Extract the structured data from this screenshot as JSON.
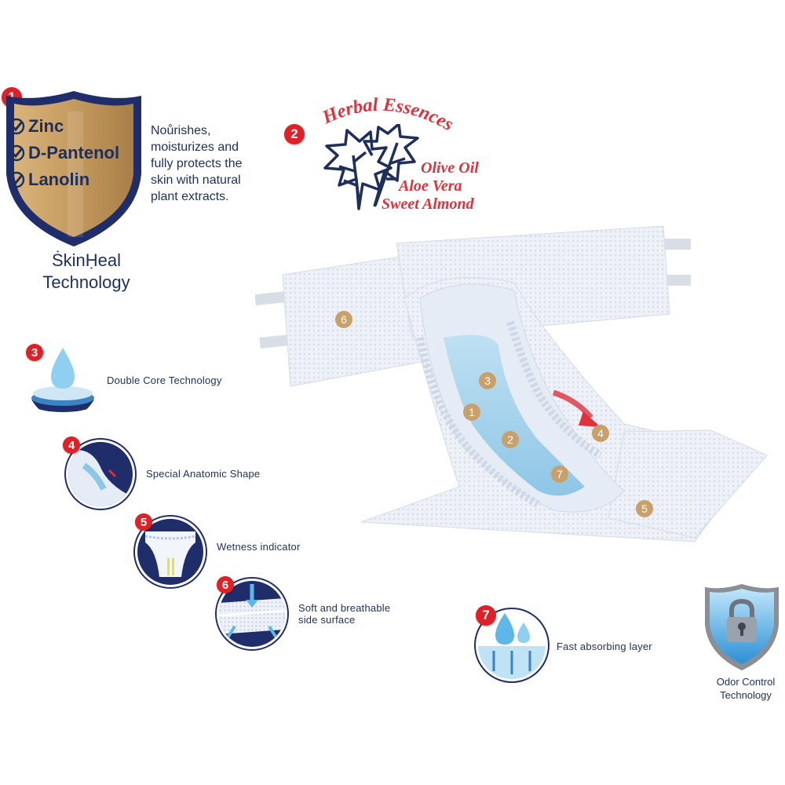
{
  "colors": {
    "accent_red": "#e02027",
    "navy": "#1f2f5c",
    "gold": "#c9a06a",
    "herbal_red": "#e0313c"
  },
  "feature1": {
    "badge": "1",
    "ingredients": [
      "Zinc",
      "D-Pantenol",
      "Lanolin"
    ],
    "description_lines": [
      "Noůrishes,",
      "moisturizes and",
      "fully protects the",
      "skin with natural",
      "plant extracts."
    ],
    "technology_lines": [
      "ṠkinḤeal",
      "Technology"
    ]
  },
  "feature2": {
    "badge": "2",
    "title": "Herbal Essences",
    "items": [
      "Olive Oil",
      "Aloe Vera",
      "Sweet Almond"
    ]
  },
  "features": [
    {
      "badge": "3",
      "label": "Double Core Technology",
      "icon": "droplet-core-icon"
    },
    {
      "badge": "4",
      "label": "Special Anatomic Shape",
      "icon": "anatomic-shape-icon"
    },
    {
      "badge": "5",
      "label": "Wetness indicator",
      "icon": "wetness-indicator-icon"
    },
    {
      "badge": "6",
      "label_lines": [
        "Soft and breathable",
        "side surface"
      ],
      "icon": "breathable-layer-icon"
    },
    {
      "badge": "7",
      "label": "Fast absorbing layer",
      "icon": "absorbing-layer-icon"
    }
  ],
  "odor": {
    "label_lines": [
      "Odor Control",
      "Technology"
    ],
    "icon": "lock-shield-icon"
  },
  "diaper_markers": [
    "6",
    "3",
    "1",
    "2",
    "7",
    "4",
    "5"
  ]
}
